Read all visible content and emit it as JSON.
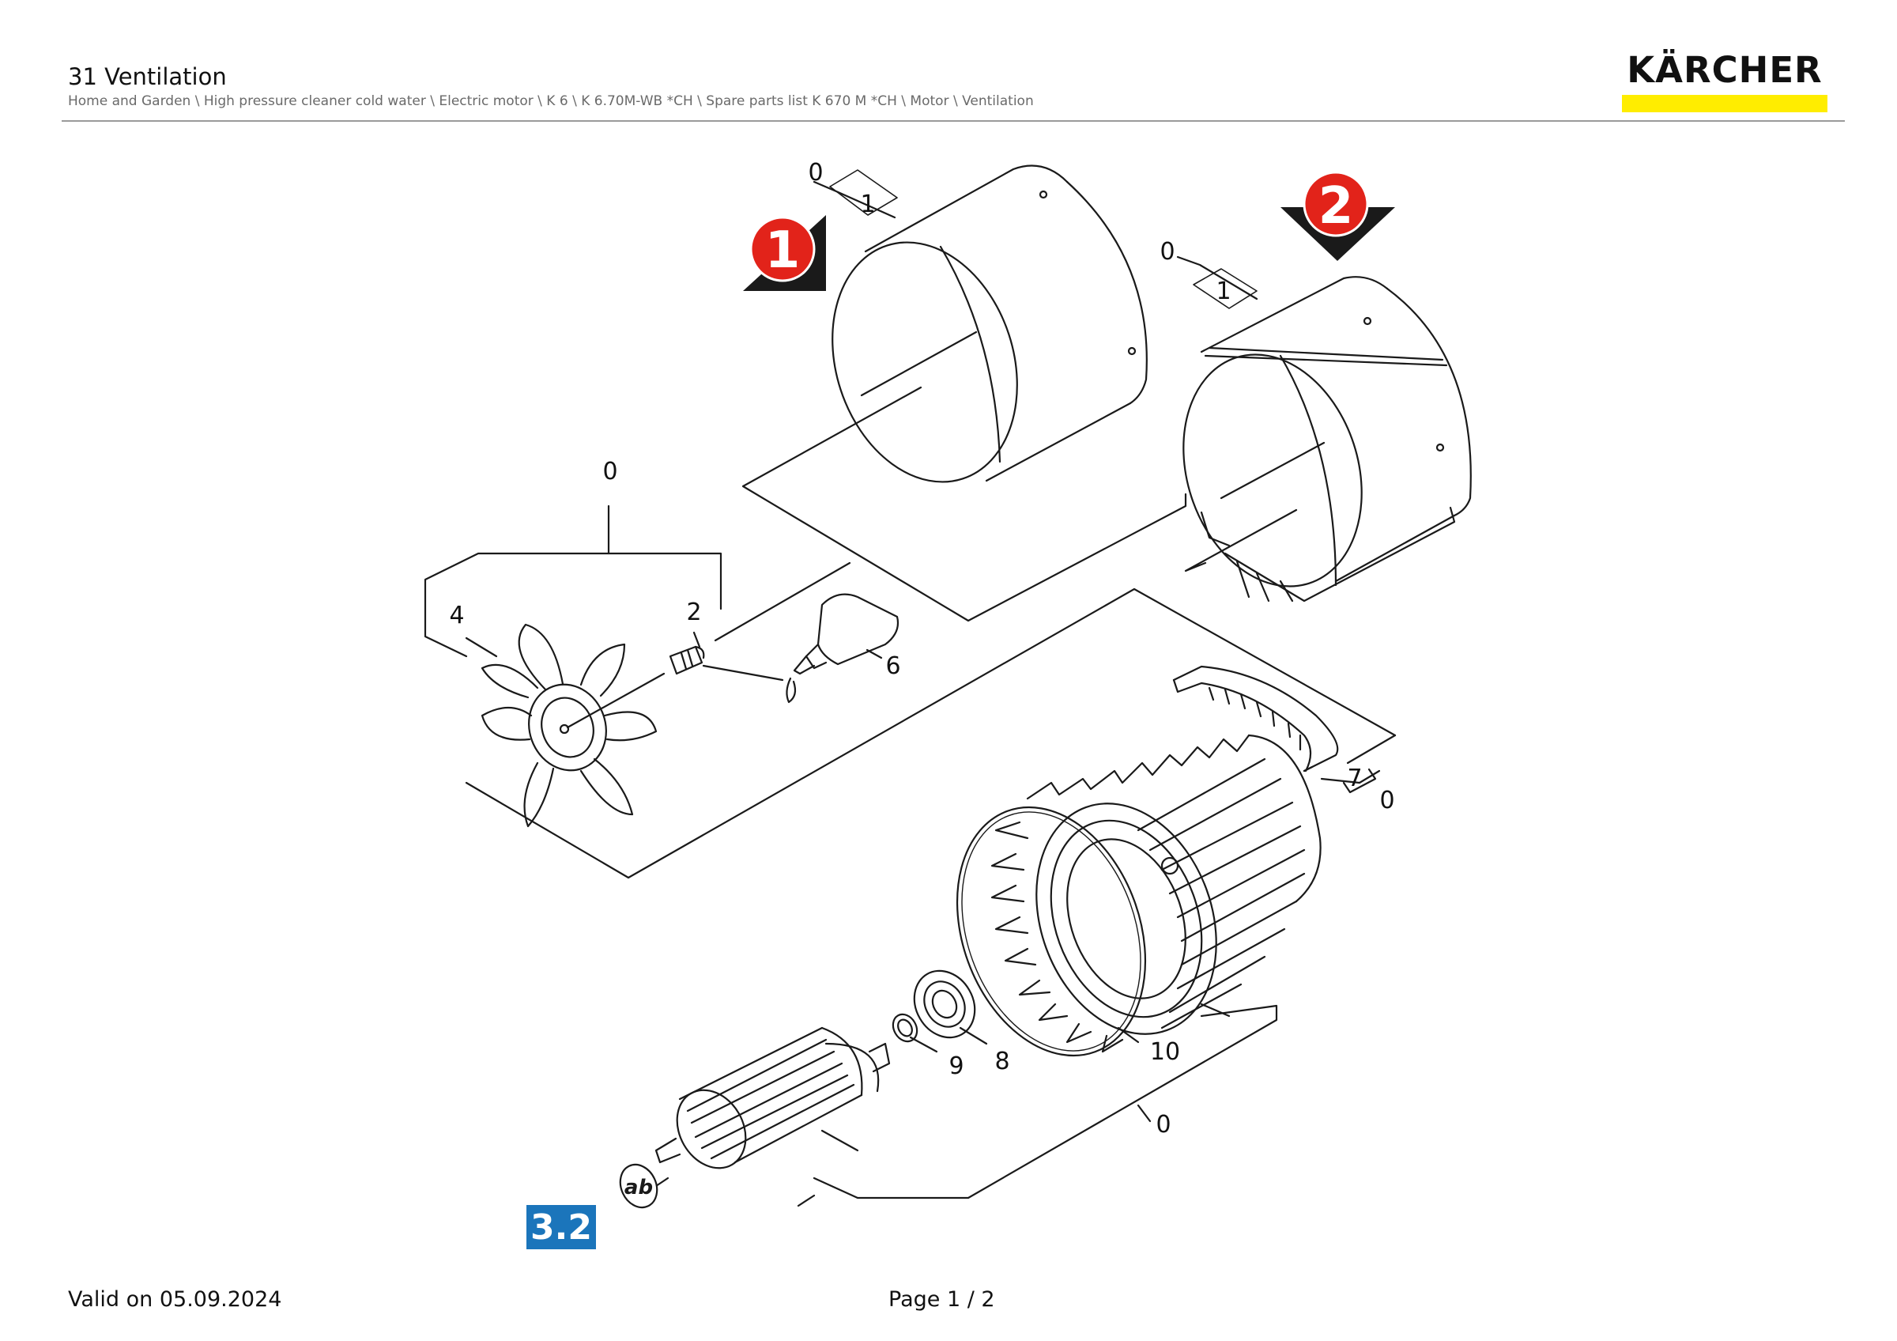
{
  "header": {
    "title": "31 Ventilation",
    "breadcrumb": "Home and Garden \\ High pressure cleaner cold water \\ Electric motor \\ K 6 \\ K 6.70M-WB *CH \\ Spare parts list K 670 M *CH \\ Motor \\ Ventilation",
    "logo_text": "KÄRCHER",
    "logo_colors": {
      "bar": "#ffed00",
      "text": "#111111"
    }
  },
  "diagram": {
    "variant_markers": [
      "1",
      "2"
    ],
    "variant_marker_color": "#e2231a",
    "callouts": {
      "c0_shell1": "0",
      "c1_shell1": "1",
      "c0_shell2": "0",
      "c1_shell2": "1",
      "c0_fan": "0",
      "c4": "4",
      "c2": "2",
      "c6": "6",
      "c7": "7",
      "c0_housing": "0",
      "c10": "10",
      "c8": "8",
      "c9": "9",
      "c0_rotor": "0"
    },
    "ab_symbol": "ab",
    "section_badge": "3.2",
    "section_badge_color": "#1b75bb"
  },
  "footer": {
    "valid": "Valid on 05.09.2024",
    "page": "Page 1 / 2"
  }
}
